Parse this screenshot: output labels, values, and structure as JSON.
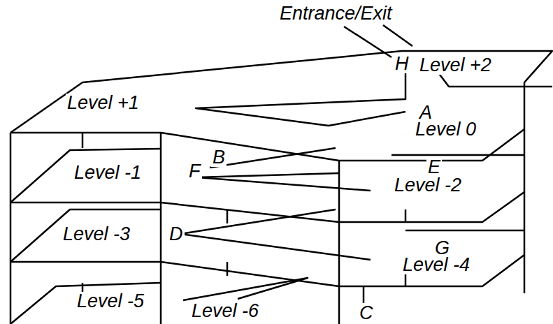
{
  "diagram": {
    "labels": [
      "Entrance/Exit",
      "H",
      "Level +2",
      "Level +1",
      "A",
      "Level 0",
      "B",
      "F",
      "Level -1",
      "E",
      "Level -2",
      "Level -3",
      "D",
      "G",
      "Level -4",
      "Level -5",
      "Level -6",
      "C"
    ]
  }
}
